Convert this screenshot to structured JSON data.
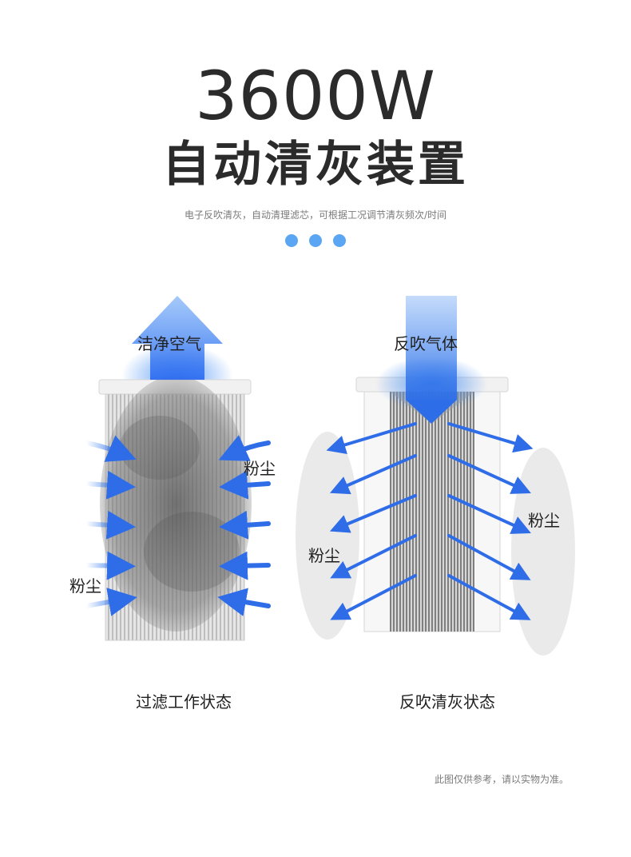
{
  "hero": {
    "power": "3600W",
    "title": "自动清灰装置",
    "description": "电子反吹清灰，自动清理滤芯，可根据工况调节清灰频次/时间"
  },
  "indicator_dots": 3,
  "colors": {
    "accent_blue": "#3a7ff0",
    "dot_blue": "#5aa6f2",
    "title_text": "#2b2b2b",
    "muted_text": "#7a7a7a"
  },
  "left_panel": {
    "top_label": "洁净空气",
    "dust_label_right": "粉尘",
    "dust_label_left": "粉尘",
    "caption": "过滤工作状态"
  },
  "right_panel": {
    "top_label": "反吹气体",
    "dust_label_right": "粉尘",
    "dust_label_left": "粉尘",
    "caption": "反吹清灰状态"
  },
  "footer": {
    "disclaimer": "此图仅供参考，请以实物为准。"
  }
}
